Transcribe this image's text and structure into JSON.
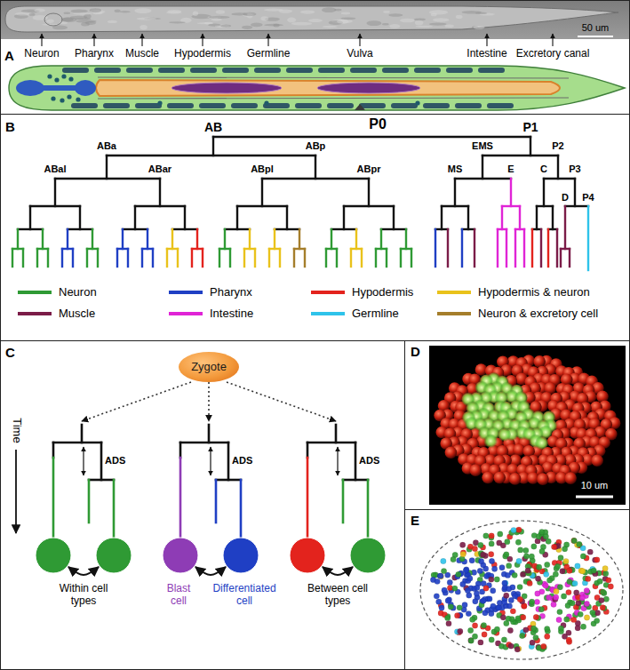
{
  "diagram": {
    "nodes": [
      {
        "text": [
          "A"
        ]
      },
      {
        "text": [
          "B"
        ]
      },
      {
        "text": [
          "C"
        ]
      },
      {
        "text": [
          "Zygote"
        ],
        "in": 2
      },
      {
        "text": [
          "D"
        ]
      },
      {
        "text": [
          "E"
        ]
      }
    ],
    "labels": [
      "50 um",
      "Neuron",
      "Pharynx",
      "Muscle",
      "Hypodermis",
      "Germline",
      "Vulva",
      "Intestine",
      "Excretory canal",
      "P0",
      "AB",
      "P1",
      "ABa",
      "ABp",
      "ABal",
      "ABar",
      "ABpl",
      "ABpr",
      "EMS",
      "P2",
      "MS",
      "E",
      "C",
      "P3",
      "D",
      "P4",
      "Time",
      "ADS",
      "ADS",
      "ADS",
      "Within cell types",
      "Blast cell",
      "Differentiated cell",
      "Between cell types",
      "10 um"
    ],
    "legend": [
      {
        "text": "Neuron",
        "color": "#2f9a34"
      },
      {
        "text": "Pharynx",
        "color": "#1f3fc4"
      },
      {
        "text": "Hypodermis",
        "color": "#e3231d"
      },
      {
        "text": "Hypodermis & neuron",
        "color": "#e9c21b"
      },
      {
        "text": "Muscle",
        "color": "#7b1c48"
      },
      {
        "text": "Intestine",
        "color": "#e024d6"
      },
      {
        "text": "Germline",
        "color": "#2ec3ea"
      },
      {
        "text": "Neuron & excretory cell",
        "color": "#a57e2b"
      }
    ]
  }
}
